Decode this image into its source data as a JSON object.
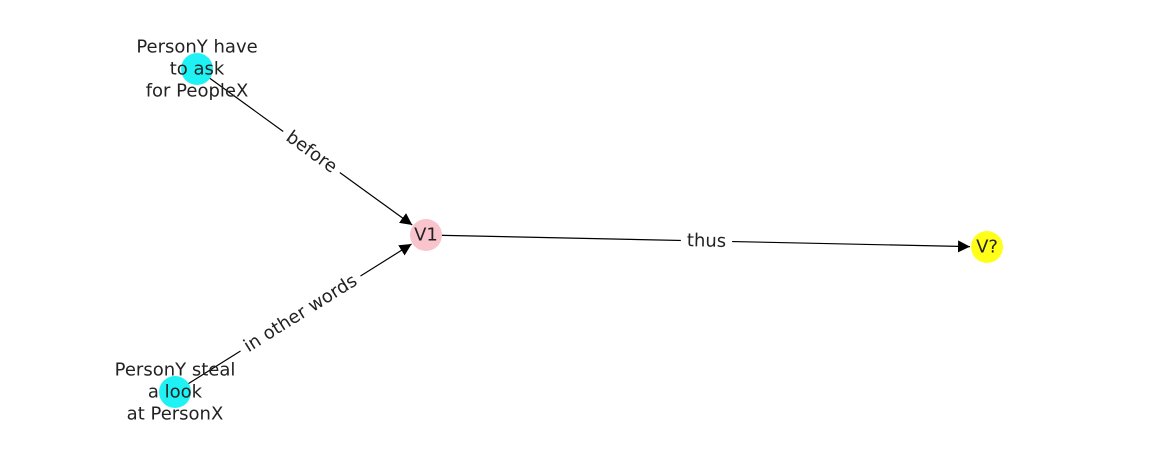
{
  "colors": {
    "cyan": "#1ff2f5",
    "pink": "#f9c4cc",
    "yellow": "#ffff1a",
    "edge": "#000000",
    "text": "#222222"
  },
  "nodes": [
    {
      "id": "ask",
      "lines": [
        "PersonY have",
        "to ask",
        "for PeopleX"
      ],
      "color": "cyan"
    },
    {
      "id": "steal",
      "lines": [
        "PersonY steal",
        "a look",
        "at PersonX"
      ],
      "color": "cyan"
    },
    {
      "id": "v1",
      "lines": [
        "V1"
      ],
      "color": "pink"
    },
    {
      "id": "vq",
      "lines": [
        "V?"
      ],
      "color": "yellow"
    }
  ],
  "edges": [
    {
      "from": "ask",
      "to": "v1",
      "label": "before"
    },
    {
      "from": "steal",
      "to": "v1",
      "label": "in other words"
    },
    {
      "from": "v1",
      "to": "vq",
      "label": "thus"
    }
  ]
}
